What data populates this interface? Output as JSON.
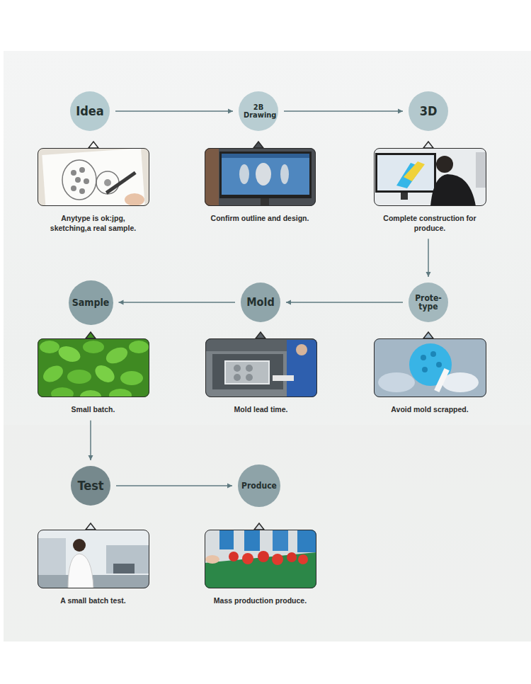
{
  "diagram": {
    "nodes": [
      {
        "text": [
          "Idea"
        ]
      },
      {
        "text": [
          "2B Drawing"
        ]
      },
      {
        "text": [
          "3D"
        ]
      },
      {
        "text": [
          "Anytype is ok:jpg, sketching,a real sample."
        ]
      },
      {
        "text": [
          "Confirm outline and design."
        ]
      },
      {
        "text": [
          "Complete construction for produce."
        ]
      },
      {
        "text": [
          "Sample"
        ]
      },
      {
        "text": [
          "Mold"
        ]
      },
      {
        "text": [
          "Prote- type"
        ]
      },
      {
        "text": [
          "Small batch."
        ]
      },
      {
        "text": [
          "Mold lead time."
        ]
      },
      {
        "text": [
          "Avoid mold scrapped."
        ]
      },
      {
        "text": [
          "Test"
        ]
      },
      {
        "text": [
          "Produce"
        ]
      },
      {
        "text": [
          "A small batch test."
        ]
      },
      {
        "text": [
          "Mass production produce."
        ]
      }
    ],
    "edges": [
      {
        "from": 0,
        "to": 1,
        "arrow": "to"
      },
      {
        "from": 1,
        "to": 2,
        "arrow": "to"
      },
      {
        "from": 5,
        "to": 8,
        "arrow": "to"
      },
      {
        "from": 8,
        "to": 7,
        "arrow": "to"
      },
      {
        "from": 7,
        "to": 6,
        "arrow": "to"
      },
      {
        "from": 9,
        "to": 12,
        "arrow": "to"
      },
      {
        "from": 12,
        "to": 13,
        "arrow": "to"
      }
    ]
  }
}
